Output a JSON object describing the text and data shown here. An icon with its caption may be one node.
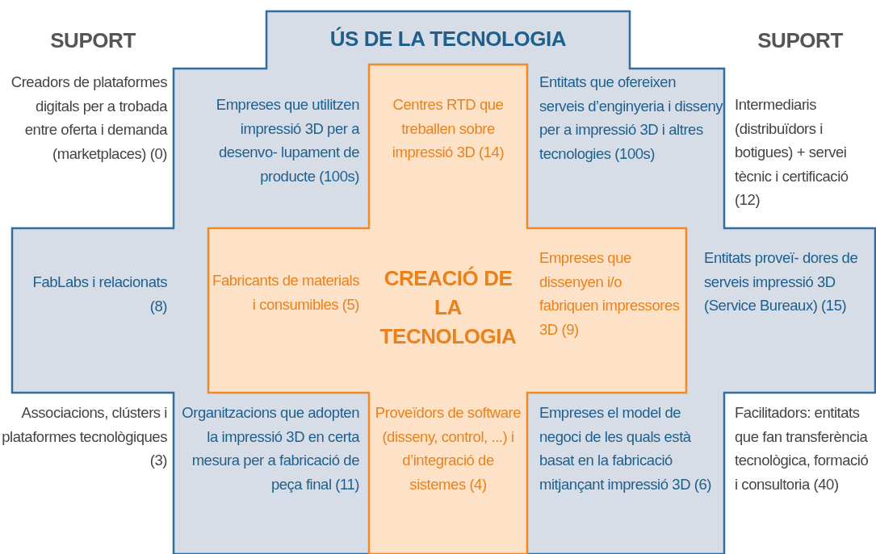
{
  "diagram": {
    "nodes": [
      {
        "text": [
          "ÚS DE LA TECNOLOGIA",
          "Empreses que utilitzen impressió 3D per a desenvo- lupament de producte (100s)",
          "Entitats que ofereixen serveis d’enginyeria i disseny per a impressió 3D i altres tecnologies (100s)",
          "FabLabs i relacionats (8)",
          "Entitats proveï- dores de serveis impressió 3D (Service Bureaux) (15)",
          "Organitzacions que adopten la impressió 3D en certa mesura per a fabricació de peça final (11)",
          "Empreses el model de negoci de les quals està basat en la fabricació mitjançant impressió 3D (6)"
        ]
      },
      {
        "text": [
          "Centres RTD que treballen sobre impressió 3D (14)",
          "Fabricants de materials i consumibles (5)",
          "CREACIÓ DE LA TECNOLOGIA",
          "Empreses que dissenyen i/o fabriquen impressores 3D (9)",
          "Proveïdors de software (disseny, control, ...) i d’integració de sistemes (4)"
        ],
        "in": 0
      }
    ],
    "labels": [
      "SUPORT",
      "SUPORT",
      "Creadors de plataformes digitals per a trobada entre oferta i demanda (marketplaces) (0)",
      "Intermediaris (distribuïdors i botigues) + servei tècnic i certificació (12)",
      "Associacions, clústers i plataformes tecnològiques (3)",
      "Facilitadors: entitats que fan transferència tecnològica, formació i consultoria (40)"
    ]
  }
}
